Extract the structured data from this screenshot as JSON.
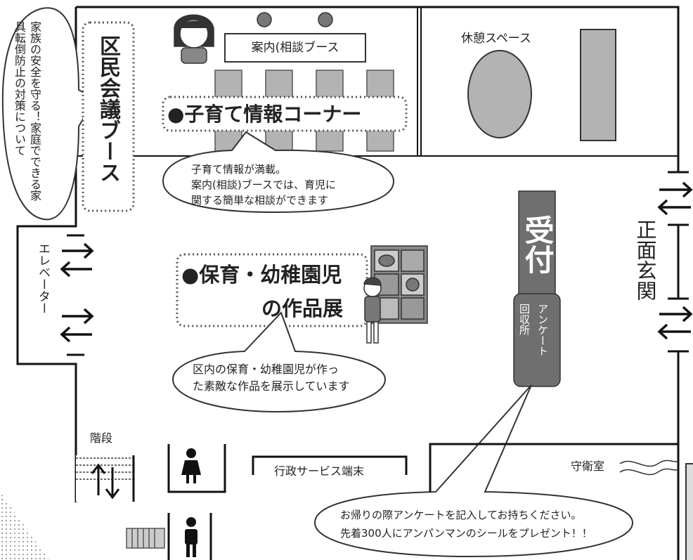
{
  "corners": {
    "family_bubble": "家族の安全を守る！家庭でできる家具転倒防止の対策について",
    "ward_booth": "区民会議ブース"
  },
  "rooms": {
    "info_booth": "案内(相談ブース",
    "rest_space": "休憩スペース",
    "elevator": "エレベーター",
    "stairs": "階段",
    "admin_terminal": "行政サービス端末",
    "guard_room": "守衛室",
    "main_entrance": "正面玄関",
    "reception": "受付",
    "survey_box_right": "アンケート",
    "survey_box_left": "回収所"
  },
  "childcare": {
    "title": "●子育て情報コーナー",
    "desc_line1": "子育て情報が満載。",
    "desc_line2": "案内(相談)ブースでは、育児に",
    "desc_line3": "関する簡単な相談ができます"
  },
  "artwork": {
    "title_line1": "●保育・幼稚園児",
    "title_line2": "の作品展",
    "desc_line1": "区内の保育・幼稚園児が作っ",
    "desc_line2": "た素敵な作品を展示しています"
  },
  "survey_bubble": {
    "line1": "お帰りの際アンケートを記入してお持ちください。",
    "line2": "先着300人にアンパンマンのシールをプレゼント！！"
  },
  "colors": {
    "accent_gray": "#6f6f6f",
    "wall": "#111111",
    "table": "#b3b3b3"
  }
}
